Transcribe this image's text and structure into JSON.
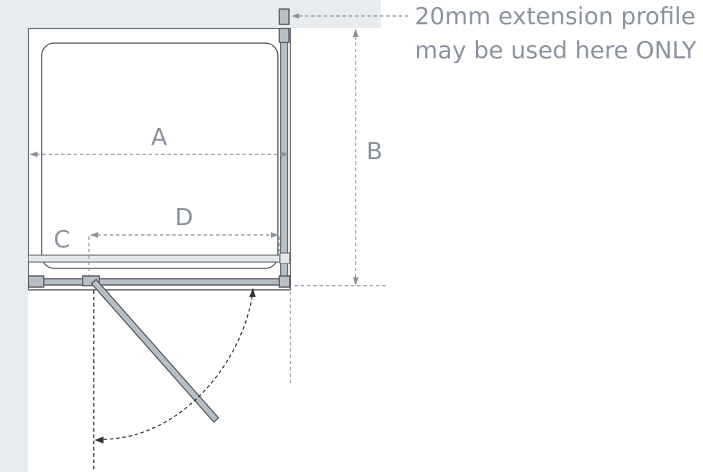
{
  "labels": {
    "a": "A",
    "b": "B",
    "c": "C",
    "d": "D"
  },
  "note": {
    "line1": "20mm extension profile",
    "line2": "may be used here ONLY"
  },
  "colors": {
    "wall": "#e9ecef",
    "outline": "#4f565d",
    "profile": "#b7bec6",
    "label": "#8a939e"
  }
}
